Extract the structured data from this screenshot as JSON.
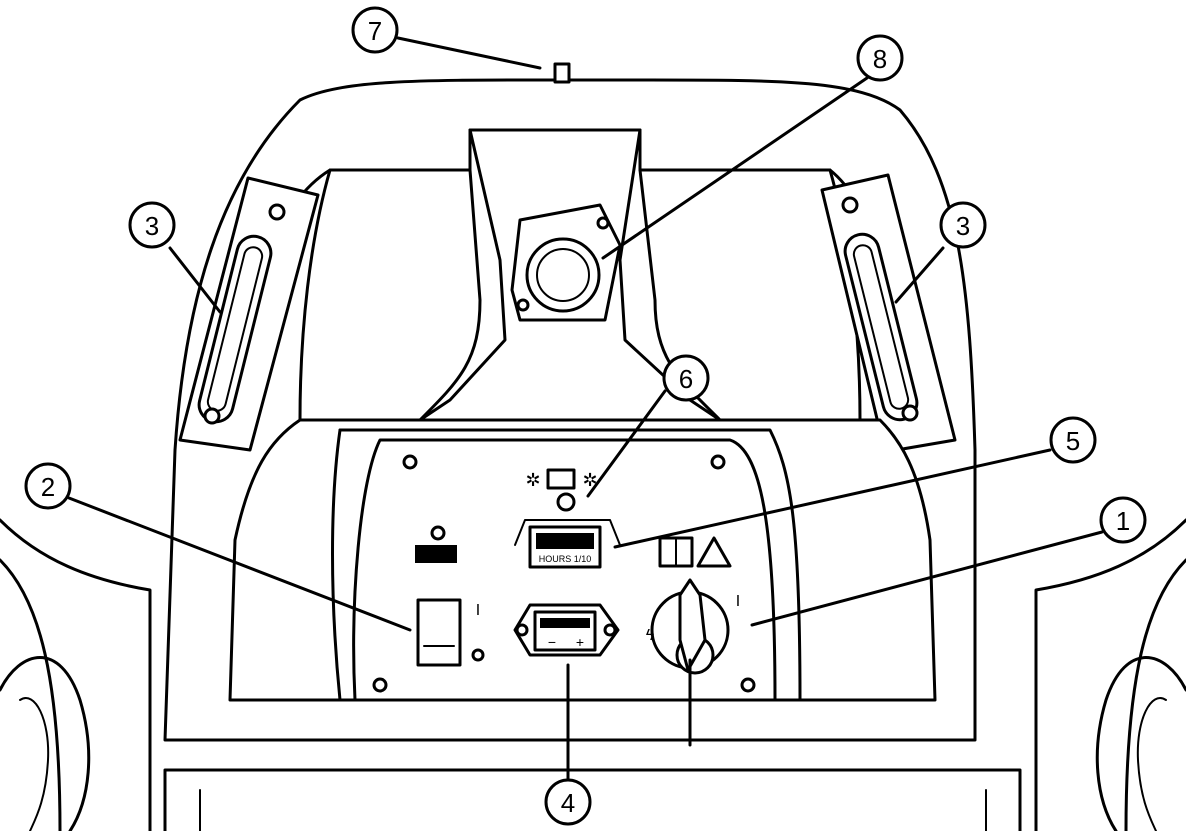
{
  "callouts": [
    {
      "id": "1",
      "label": "1"
    },
    {
      "id": "2",
      "label": "2"
    },
    {
      "id": "3a",
      "label": "3"
    },
    {
      "id": "3b",
      "label": "3"
    },
    {
      "id": "4",
      "label": "4"
    },
    {
      "id": "5",
      "label": "5"
    },
    {
      "id": "6",
      "label": "6"
    },
    {
      "id": "7",
      "label": "7"
    },
    {
      "id": "8",
      "label": "8"
    }
  ],
  "panel": {
    "hourmeter_label": "HOURS 1/10",
    "switch_on_mark": "I",
    "key_on_mark": "I"
  }
}
